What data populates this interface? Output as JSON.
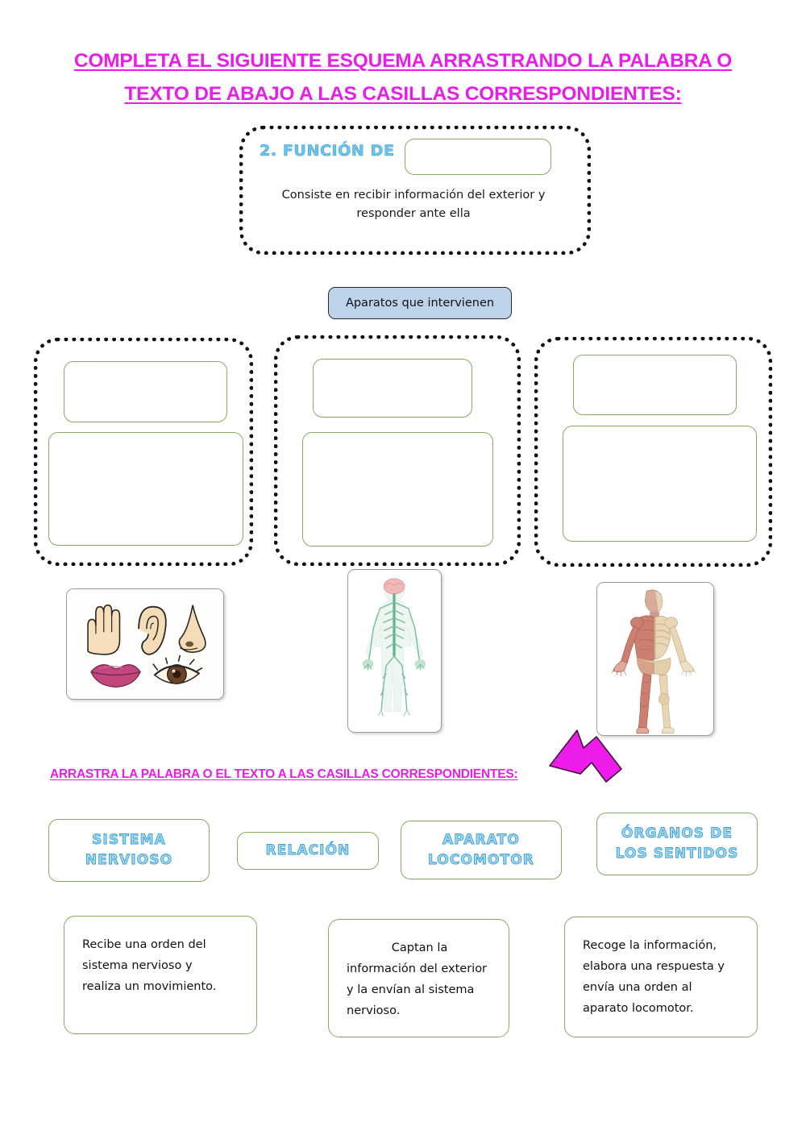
{
  "header": {
    "title_line1": "COMPLETA EL SIGUIENTE ESQUEMA ARRASTRANDO LA PALABRA O",
    "title_line2": "TEXTO DE ABAJO A LAS CASILLAS CORRESPONDIENTES:",
    "accent_color": "#e81ee8"
  },
  "function_box": {
    "label": "2. FUNCIÓN DE",
    "answer_value": "",
    "answer_placeholder": "",
    "description": "Consiste en recibir información del exterior y responder ante ella"
  },
  "connector": {
    "label": "Aparatos que intervienen",
    "fill_color": "#bcd3ea"
  },
  "columns": [
    {
      "name": "column-senses",
      "title_slot_value": "",
      "text_slot_value": "",
      "image_name": "five-senses-image",
      "image_caption": ""
    },
    {
      "name": "column-nervous-system",
      "title_slot_value": "",
      "text_slot_value": "",
      "image_name": "nervous-system-image",
      "image_caption": ""
    },
    {
      "name": "column-locomotor",
      "title_slot_value": "",
      "text_slot_value": "",
      "image_name": "locomotor-system-image",
      "image_caption": ""
    }
  ],
  "drag_instruction": "ARRASTRA LA PALABRA O EL TEXTO A LAS CASILLAS CORRESPONDIENTES:",
  "word_chips": [
    {
      "id": "chip-sistema-nervioso",
      "line1": "SISTEMA",
      "line2": "NERVIOSO"
    },
    {
      "id": "chip-relacion",
      "line1": "RELACIÓN",
      "line2": ""
    },
    {
      "id": "chip-aparato-locomotor",
      "line1": "APARATO",
      "line2": "LOCOMOTOR"
    },
    {
      "id": "chip-organos-sentidos",
      "line1": "ÓRGANOS DE",
      "line2": "LOS SENTIDOS"
    }
  ],
  "definition_cards": [
    {
      "id": "definition-locomotor",
      "line1": "Recibe una orden del",
      "line2": "sistema nervioso y",
      "line3": "realiza un movimiento.",
      "line4": ""
    },
    {
      "id": "definition-senses",
      "line1": "Captan la",
      "line2": "información del exterior",
      "line3": "y la envían al sistema",
      "line4": "nervioso."
    },
    {
      "id": "definition-nervous",
      "line1": "Recoge la información,",
      "line2": "elabora una respuesta y",
      "line3": "envía una orden al",
      "line4": "aparato locomotor."
    }
  ],
  "pointer": {
    "name": "magenta-arrow",
    "color": "#ee1ce8",
    "direction": "up-left"
  },
  "palette": {
    "drop_border": "#83ab63",
    "dotted_border": "#111111",
    "chip_text": "#9fd7f2",
    "chip_text_stroke": "#3f9fd0"
  }
}
